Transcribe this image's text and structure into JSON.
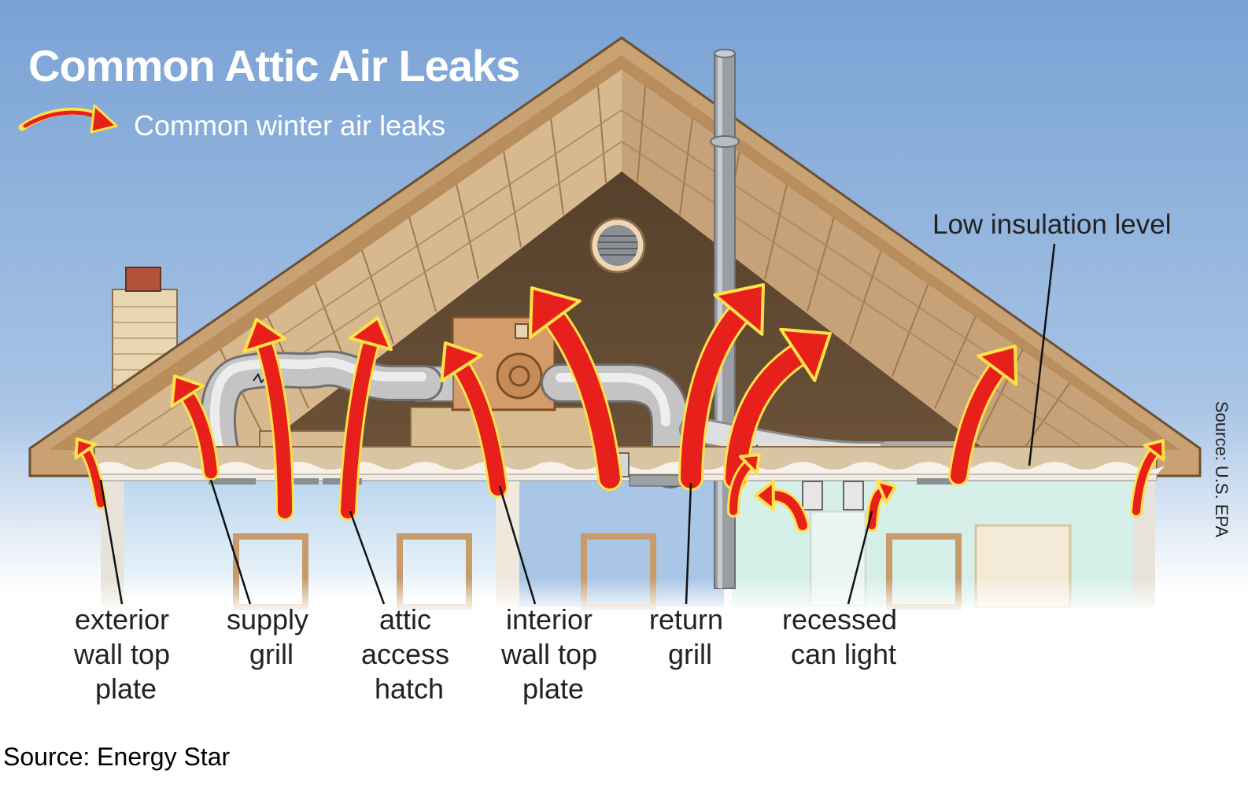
{
  "title": "Common Attic Air Leaks",
  "legend": {
    "label": "Common winter air leaks",
    "arrow_colors": {
      "fill": "#e8201c",
      "glow": "#ffe14a"
    }
  },
  "callouts": {
    "low_insulation": "Low insulation level"
  },
  "leak_labels": [
    {
      "lines": [
        "exterior",
        "wall top",
        "plate"
      ]
    },
    {
      "lines": [
        "supply",
        "grill"
      ]
    },
    {
      "lines": [
        "attic",
        "access",
        "hatch"
      ]
    },
    {
      "lines": [
        "interior",
        "wall top",
        "plate"
      ]
    },
    {
      "lines": [
        "return",
        "grill"
      ]
    },
    {
      "lines": [
        "recessed",
        "can light"
      ]
    }
  ],
  "image_credit": "Source: U.S. EPA",
  "footer_source": "Source: Energy Star",
  "colors": {
    "sky_top": "#7ea6d6",
    "sky_bottom": "#ffffff",
    "attic_interior": "#5b4530",
    "roof_wood": "#d8b98f",
    "insulation": "#f3efe6",
    "room": "#cfe3f2"
  }
}
